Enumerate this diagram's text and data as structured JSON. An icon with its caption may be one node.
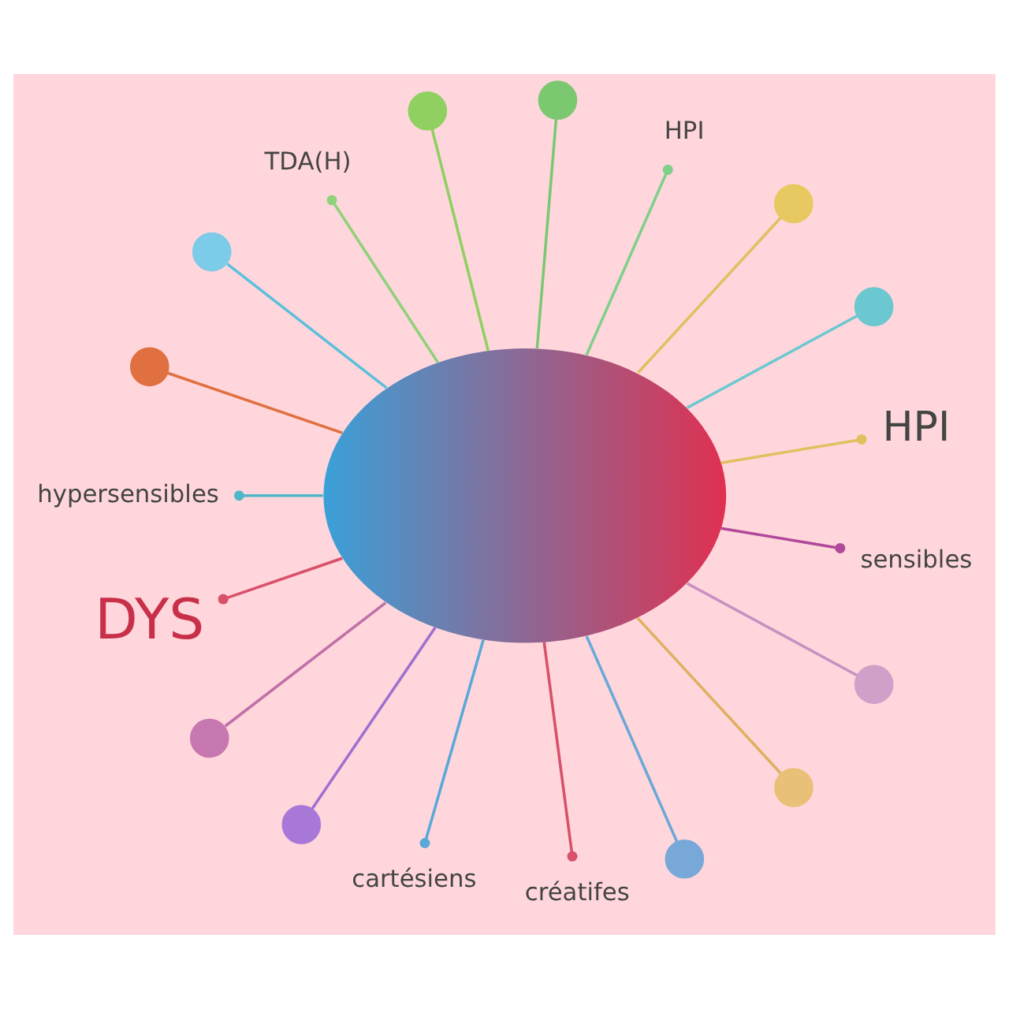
{
  "diagram": {
    "nodes": [
      {
        "text": [
          "HPI"
        ]
      },
      {
        "text": [],
        "shape": "circle"
      },
      {
        "text": [],
        "shape": "circle"
      },
      {
        "text": [
          "HPI"
        ]
      },
      {
        "text": [],
        "shape": "circle"
      },
      {
        "text": [],
        "shape": "circle"
      },
      {
        "text": [
          "TDA(H)"
        ]
      },
      {
        "text": [],
        "shape": "picture"
      },
      {
        "text": [],
        "shape": "circle"
      },
      {
        "text": [],
        "shape": "circle"
      },
      {
        "text": [
          "hypersensibles"
        ]
      },
      {
        "text": [
          "DYS"
        ]
      },
      {
        "text": [],
        "shape": "circle"
      },
      {
        "text": [],
        "shape": "circle"
      },
      {
        "text": [
          "cartésiens"
        ]
      },
      {
        "text": [
          "créatifes"
        ]
      },
      {
        "text": [],
        "shape": "circle"
      },
      {
        "text": [],
        "shape": "circle"
      },
      {
        "text": [],
        "shape": "circle"
      },
      {
        "text": [
          "sensibles"
        ]
      }
    ],
    "edges": [
      {
        "from": 7,
        "to": 0,
        "arrow": "other",
        "color": "#e0c060"
      },
      {
        "from": 7,
        "to": 1,
        "arrow": "none",
        "color": "#6cc8d0"
      },
      {
        "from": 7,
        "to": 2,
        "arrow": "none",
        "color": "#e0c060"
      },
      {
        "from": 7,
        "to": 3,
        "arrow": "other",
        "color": "#7fd08a"
      },
      {
        "from": 7,
        "to": 4,
        "arrow": "none",
        "color": "#7cc870"
      },
      {
        "from": 7,
        "to": 5,
        "arrow": "none",
        "color": "#8fd060"
      },
      {
        "from": 7,
        "to": 6,
        "arrow": "other",
        "color": "#8fd27a"
      },
      {
        "from": 7,
        "to": 8,
        "arrow": "none",
        "color": "#5bc0dc"
      },
      {
        "from": 7,
        "to": 9,
        "arrow": "none",
        "color": "#e07040"
      },
      {
        "from": 7,
        "to": 10,
        "arrow": "other",
        "color": "#4fb8c8"
      },
      {
        "from": 7,
        "to": 11,
        "arrow": "other",
        "color": "#d9506a"
      },
      {
        "from": 7,
        "to": 12,
        "arrow": "none",
        "color": "#c070a8"
      },
      {
        "from": 7,
        "to": 13,
        "arrow": "none",
        "color": "#a070d0"
      },
      {
        "from": 7,
        "to": 14,
        "arrow": "other",
        "color": "#5aa8d8"
      },
      {
        "from": 7,
        "to": 15,
        "arrow": "other",
        "color": "#d9506a"
      },
      {
        "from": 7,
        "to": 16,
        "arrow": "none",
        "color": "#6aa8d8"
      },
      {
        "from": 7,
        "to": 17,
        "arrow": "none",
        "color": "#e0b060"
      },
      {
        "from": 7,
        "to": 18,
        "arrow": "none",
        "color": "#c890c0"
      },
      {
        "from": 7,
        "to": 19,
        "arrow": "other",
        "color": "#b04a9a"
      }
    ]
  }
}
